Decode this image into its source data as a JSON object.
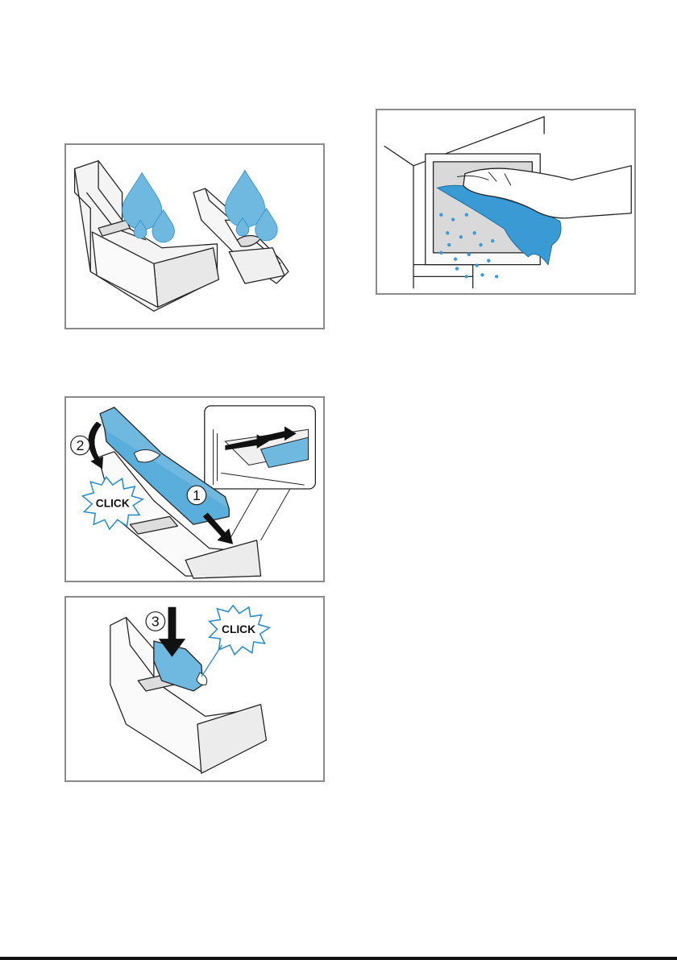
{
  "colors": {
    "accent": "#5aaedb",
    "accent_dark": "#2b8ec9",
    "frame": "#8a8a8a"
  },
  "panel_clean_parts": {
    "icons": [
      "water-drop-icon",
      "water-drop-icon",
      "water-drop-icon",
      "water-drop-icon"
    ]
  },
  "panel_reinsert_insert": {
    "step1": "1",
    "step2": "2",
    "click_label": "CLICK"
  },
  "panel_press_insert": {
    "step3": "3",
    "click_label": "CLICK"
  },
  "panel_wipe_recess": {
    "icons": [
      "hand-icon",
      "cloth-icon",
      "spray-droplets-icon"
    ]
  }
}
